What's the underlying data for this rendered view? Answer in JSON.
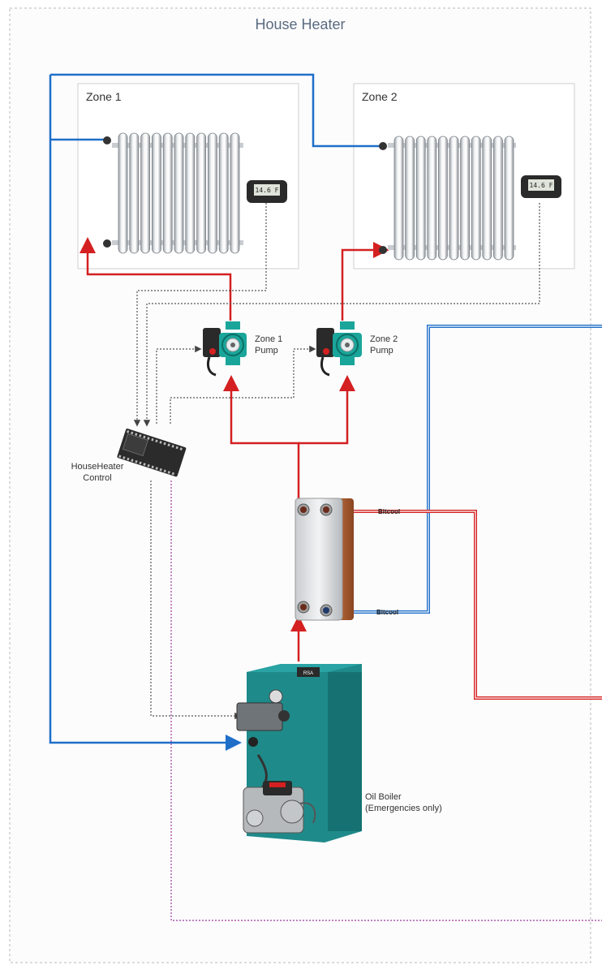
{
  "title": "House Heater",
  "zones": [
    {
      "label": "Zone 1",
      "thermo_reading": "14.6 F"
    },
    {
      "label": "Zone 2",
      "thermo_reading": "14.6 F"
    }
  ],
  "pumps": [
    {
      "label_line1": "Zone 1",
      "label_line2": "Pump"
    },
    {
      "label_line1": "Zone 2",
      "label_line2": "Pump"
    }
  ],
  "controller": {
    "label_line1": "HouseHeater",
    "label_line2": "Control"
  },
  "exchanger": {
    "top_label": "Bitcool",
    "bottom_label": "Bitcool"
  },
  "boiler": {
    "label_line1": "Oil Boiler",
    "label_line2": "(Emergencies only)",
    "brand": "RSA"
  },
  "colors": {
    "hot": "#d42020",
    "cold": "#1f6fc9",
    "signal": "#555555",
    "power": "#9c3a9c",
    "boiler": "#1f8a8a"
  }
}
